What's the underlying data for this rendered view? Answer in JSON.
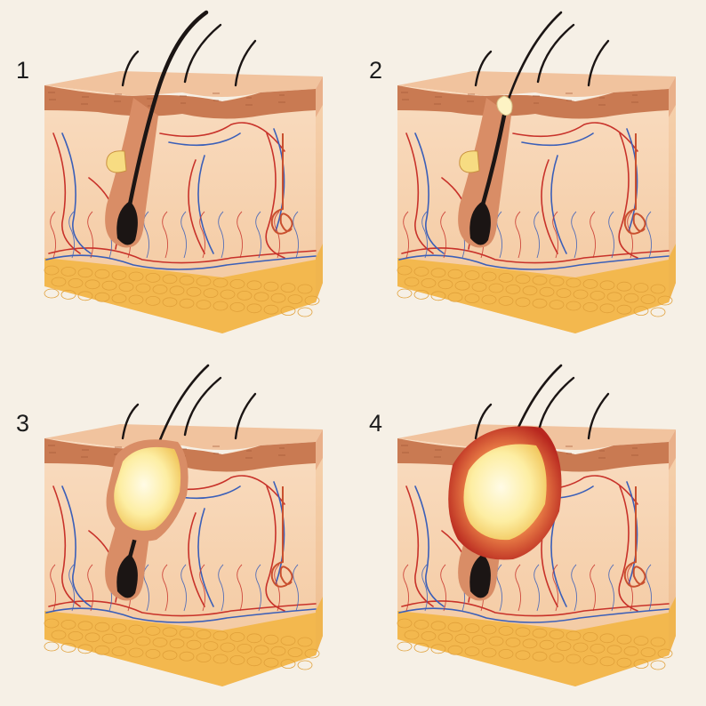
{
  "panels": [
    {
      "step": "1",
      "stage": "healthy-follicle"
    },
    {
      "step": "2",
      "stage": "clogged-pore"
    },
    {
      "step": "3",
      "stage": "pus-filled-follicle"
    },
    {
      "step": "4",
      "stage": "inflamed-cyst"
    }
  ],
  "colors": {
    "background": "#f6f0e6",
    "skin_top": "#f2c4a0",
    "epidermis": "#c97a52",
    "dermis": "#f7d3b0",
    "fat": "#f3b84e",
    "artery": "#c8322a",
    "vein": "#3b5fb8",
    "hair": "#1b1514",
    "sebum": "#fdf3c4",
    "pus": "#fff3b0",
    "inflammation": "#c4382a"
  }
}
